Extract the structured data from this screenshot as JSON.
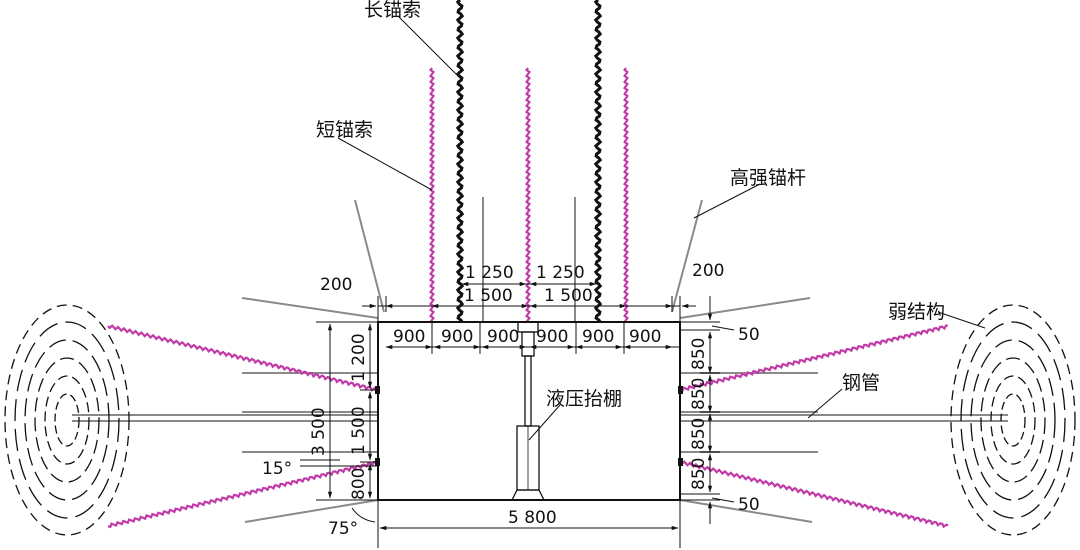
{
  "labels": {
    "long_cable": "长锚索",
    "short_cable": "短锚索",
    "high_strength_bolt": "高强锚杆",
    "weak_structure": "弱结构",
    "steel_pipe": "钢管",
    "hydraulic_lift": "液压抬棚"
  },
  "dimensions": {
    "top_left_offset": "200",
    "top_right_offset": "200",
    "long_cable_spacing_left": "1 250",
    "long_cable_spacing_right": "1 250",
    "center_spacing_left": "1 500",
    "center_spacing_right": "1 500",
    "top_spacings": [
      "900",
      "900",
      "900",
      "900",
      "900",
      "900"
    ],
    "left_height_total": "3 500",
    "left_segments": [
      "1 200",
      "1 500",
      "800"
    ],
    "right_segments": [
      "850",
      "850",
      "850",
      "850"
    ],
    "right_top_offset": "50",
    "right_bottom_offset": "50",
    "bottom_width": "5 800",
    "angle_upper": "15°",
    "angle_lower": "75°"
  },
  "colors": {
    "short_cable": "#c23aa8",
    "bolt": "#8a8a8a",
    "long_cable": "#111111"
  }
}
